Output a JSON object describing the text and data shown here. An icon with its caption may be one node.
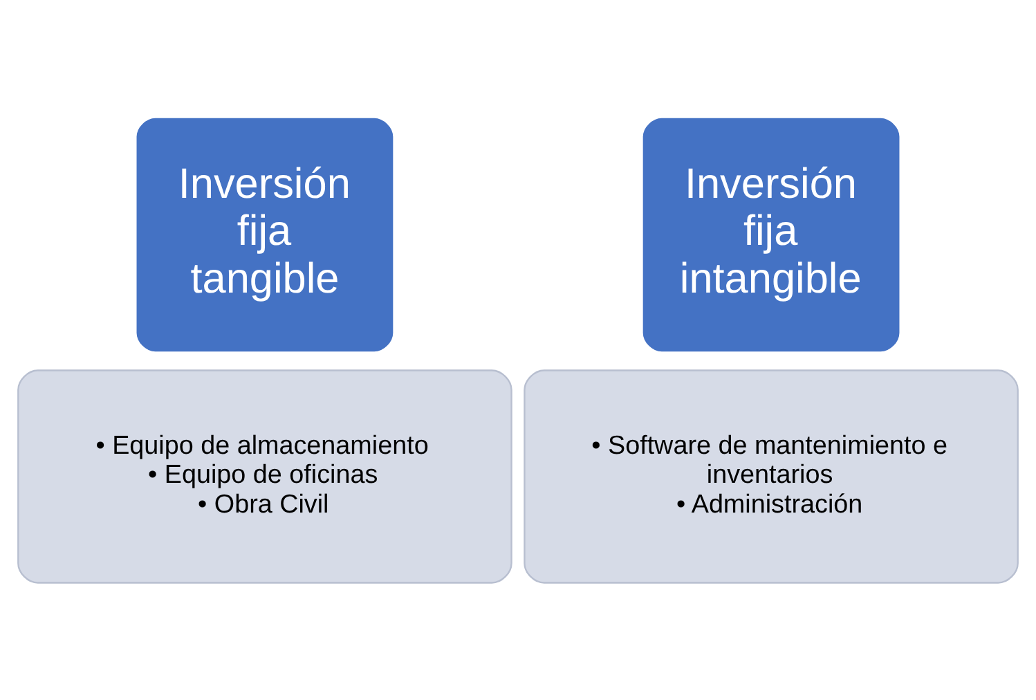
{
  "diagram": {
    "nodes": [
      {
        "text": [
          "Inversión fija tangible"
        ]
      },
      {
        "text": [
          "• Equipo de almacenamiento",
          "• Equipo de oficinas",
          "• Obra Civil"
        ]
      },
      {
        "text": [
          "Inversión fija intangible"
        ]
      },
      {
        "text": [
          "• Software de mantenimiento e inventarios",
          "• Administración"
        ]
      }
    ],
    "edges": []
  }
}
